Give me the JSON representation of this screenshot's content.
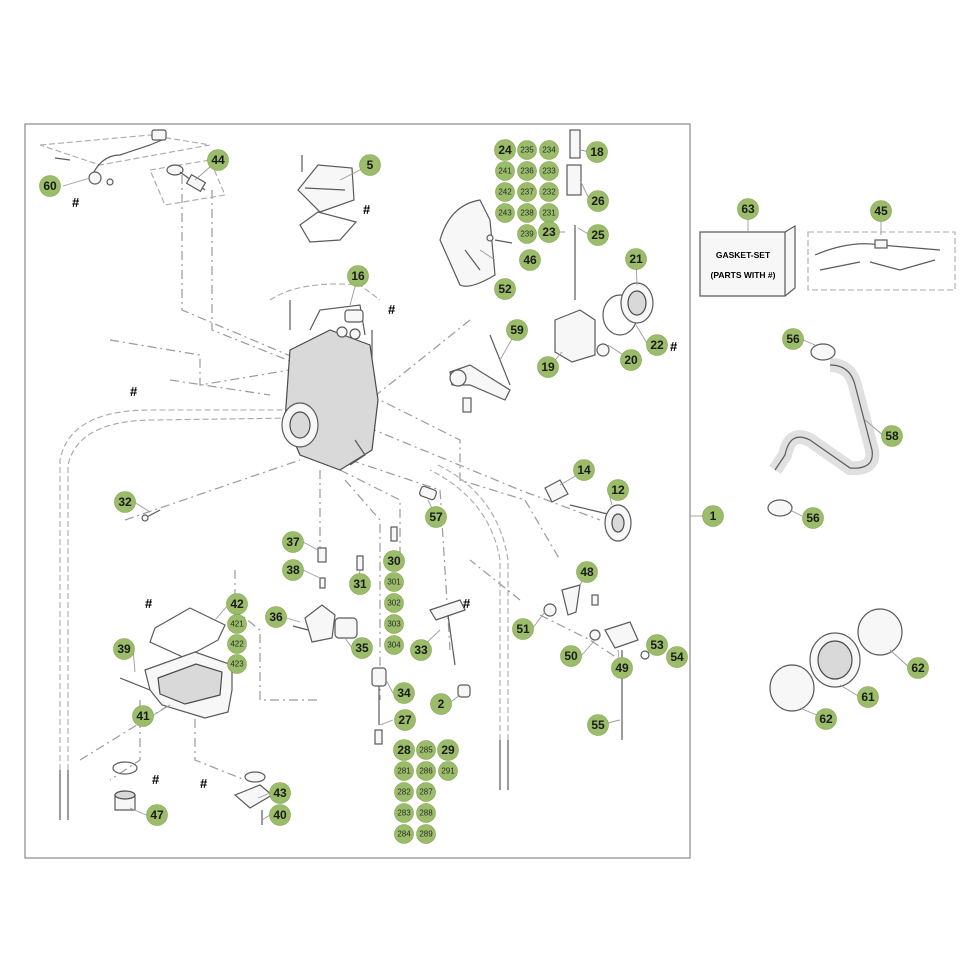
{
  "gasket_set": {
    "line1": "GASKET-SET",
    "line2": "(PARTS WITH #)"
  },
  "hash_mark": "#",
  "callouts": [
    {
      "label": "60"
    },
    {
      "label": "44"
    },
    {
      "label": "5"
    },
    {
      "label": "16"
    },
    {
      "label": "24"
    },
    {
      "label": "235"
    },
    {
      "label": "234"
    },
    {
      "label": "241"
    },
    {
      "label": "236"
    },
    {
      "label": "233"
    },
    {
      "label": "242"
    },
    {
      "label": "237"
    },
    {
      "label": "232"
    },
    {
      "label": "243"
    },
    {
      "label": "238"
    },
    {
      "label": "231"
    },
    {
      "label": "239"
    },
    {
      "label": "23"
    },
    {
      "label": "18"
    },
    {
      "label": "26"
    },
    {
      "label": "25"
    },
    {
      "label": "46"
    },
    {
      "label": "52"
    },
    {
      "label": "21"
    },
    {
      "label": "22"
    },
    {
      "label": "20"
    },
    {
      "label": "19"
    },
    {
      "label": "59"
    },
    {
      "label": "63"
    },
    {
      "label": "45"
    },
    {
      "label": "56"
    },
    {
      "label": "58"
    },
    {
      "label": "56"
    },
    {
      "label": "14"
    },
    {
      "label": "12"
    },
    {
      "label": "1"
    },
    {
      "label": "32"
    },
    {
      "label": "57"
    },
    {
      "label": "37"
    },
    {
      "label": "38"
    },
    {
      "label": "30"
    },
    {
      "label": "301"
    },
    {
      "label": "302"
    },
    {
      "label": "303"
    },
    {
      "label": "304"
    },
    {
      "label": "31"
    },
    {
      "label": "33"
    },
    {
      "label": "36"
    },
    {
      "label": "35"
    },
    {
      "label": "42"
    },
    {
      "label": "421"
    },
    {
      "label": "422"
    },
    {
      "label": "423"
    },
    {
      "label": "39"
    },
    {
      "label": "41"
    },
    {
      "label": "48"
    },
    {
      "label": "51"
    },
    {
      "label": "53"
    },
    {
      "label": "50"
    },
    {
      "label": "49"
    },
    {
      "label": "54"
    },
    {
      "label": "55"
    },
    {
      "label": "34"
    },
    {
      "label": "2"
    },
    {
      "label": "27"
    },
    {
      "label": "28"
    },
    {
      "label": "285"
    },
    {
      "label": "29"
    },
    {
      "label": "281"
    },
    {
      "label": "286"
    },
    {
      "label": "291"
    },
    {
      "label": "282"
    },
    {
      "label": "287"
    },
    {
      "label": "283"
    },
    {
      "label": "288"
    },
    {
      "label": "284"
    },
    {
      "label": "289"
    },
    {
      "label": "43"
    },
    {
      "label": "40"
    },
    {
      "label": "47"
    },
    {
      "label": "62"
    },
    {
      "label": "61"
    },
    {
      "label": "62"
    }
  ]
}
